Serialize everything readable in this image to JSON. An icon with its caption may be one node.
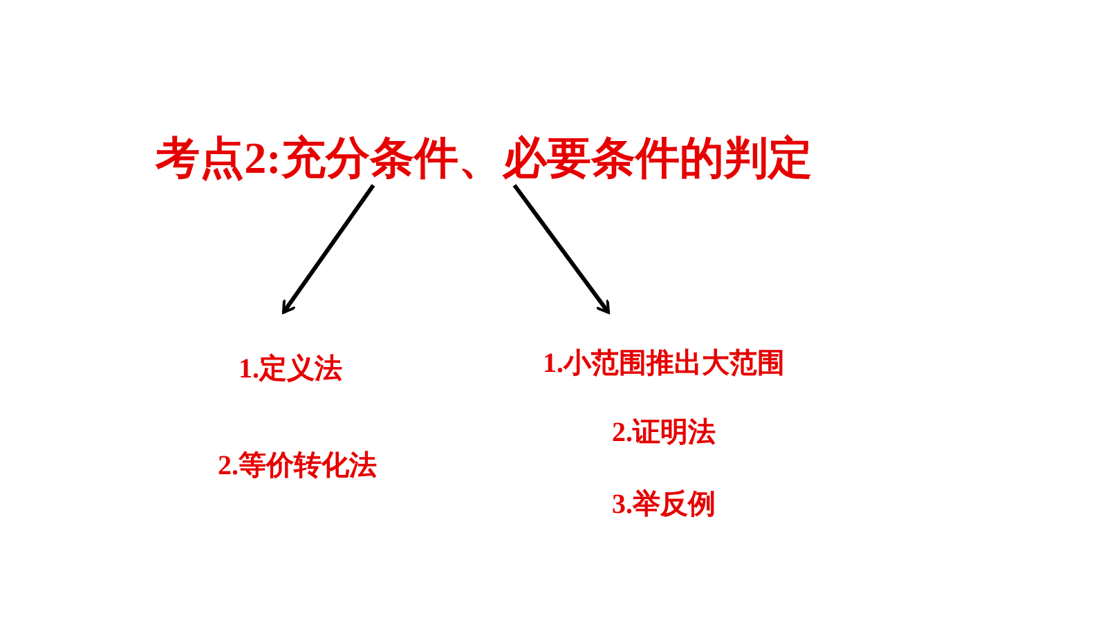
{
  "diagram": {
    "nodes": [
      {
        "text": [
          "考点2:充分条件、必要条件的判定"
        ]
      },
      {
        "text": [
          "1.定义法"
        ]
      },
      {
        "text": [
          "2.等价转化法"
        ]
      },
      {
        "text": [
          "1.小范围推出大范围"
        ]
      },
      {
        "text": [
          "2.证明法"
        ]
      },
      {
        "text": [
          "3.举反例"
        ]
      }
    ],
    "edges": [
      {
        "from": 0,
        "to": 1,
        "arrow": "to"
      },
      {
        "from": 0,
        "to": 3,
        "arrow": "to"
      }
    ]
  }
}
